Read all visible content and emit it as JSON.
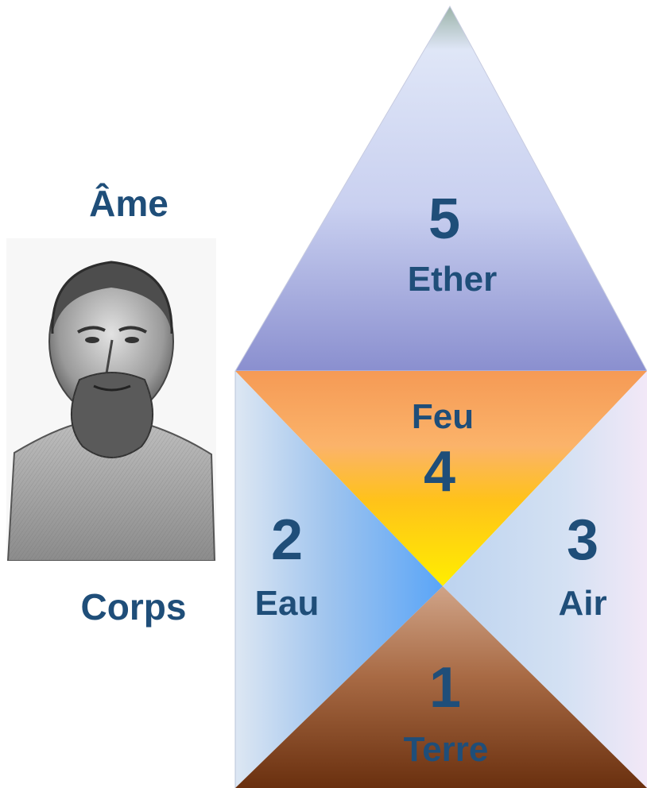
{
  "left": {
    "top_label": "Âme",
    "bottom_label": "Corps",
    "portrait": "bearded-philosopher-bust-engraving"
  },
  "elements": [
    {
      "number": "5",
      "name": "Ether",
      "color": "#a9aee6"
    },
    {
      "number": "4",
      "name": "Feu",
      "color": "#ffc21a"
    },
    {
      "number": "2",
      "name": "Eau",
      "color": "#7fb6f0"
    },
    {
      "number": "3",
      "name": "Air",
      "color": "#d3e1f4"
    },
    {
      "number": "1",
      "name": "Terre",
      "color": "#a0603a"
    }
  ],
  "colors": {
    "text": "#1f4e79",
    "ether_top": "#e6eaf8",
    "ether_bottom": "#8a8fcf",
    "fire_top": "#f59a55",
    "fire_bottom": "#ffe600",
    "water_edge": "#c6d6ea",
    "water_inner": "#6aacf5",
    "air_edge": "#f0e6f6",
    "air_inner": "#c7daf2",
    "earth_top": "#c08a6a",
    "earth_bottom": "#6e3314"
  }
}
